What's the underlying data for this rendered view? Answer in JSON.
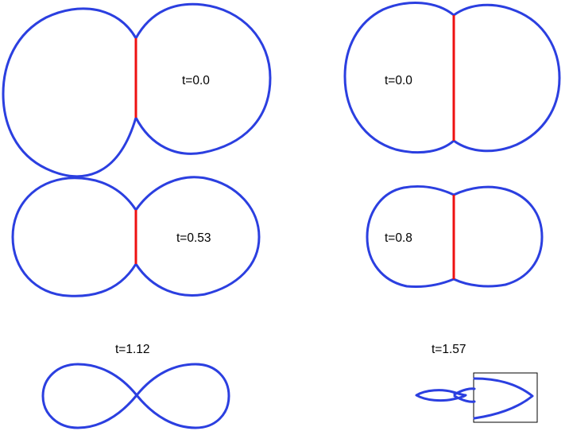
{
  "colors": {
    "curve": "#2b3fe0",
    "interface": "#ee1111",
    "frame": "#000000",
    "text": "#000000"
  },
  "panels": [
    {
      "label": "t=0.0"
    },
    {
      "label": "t=0.0"
    },
    {
      "label": "t=0.53"
    },
    {
      "label": "t=0.8"
    },
    {
      "label": "t=1.12"
    },
    {
      "label": "t=1.57"
    }
  ]
}
